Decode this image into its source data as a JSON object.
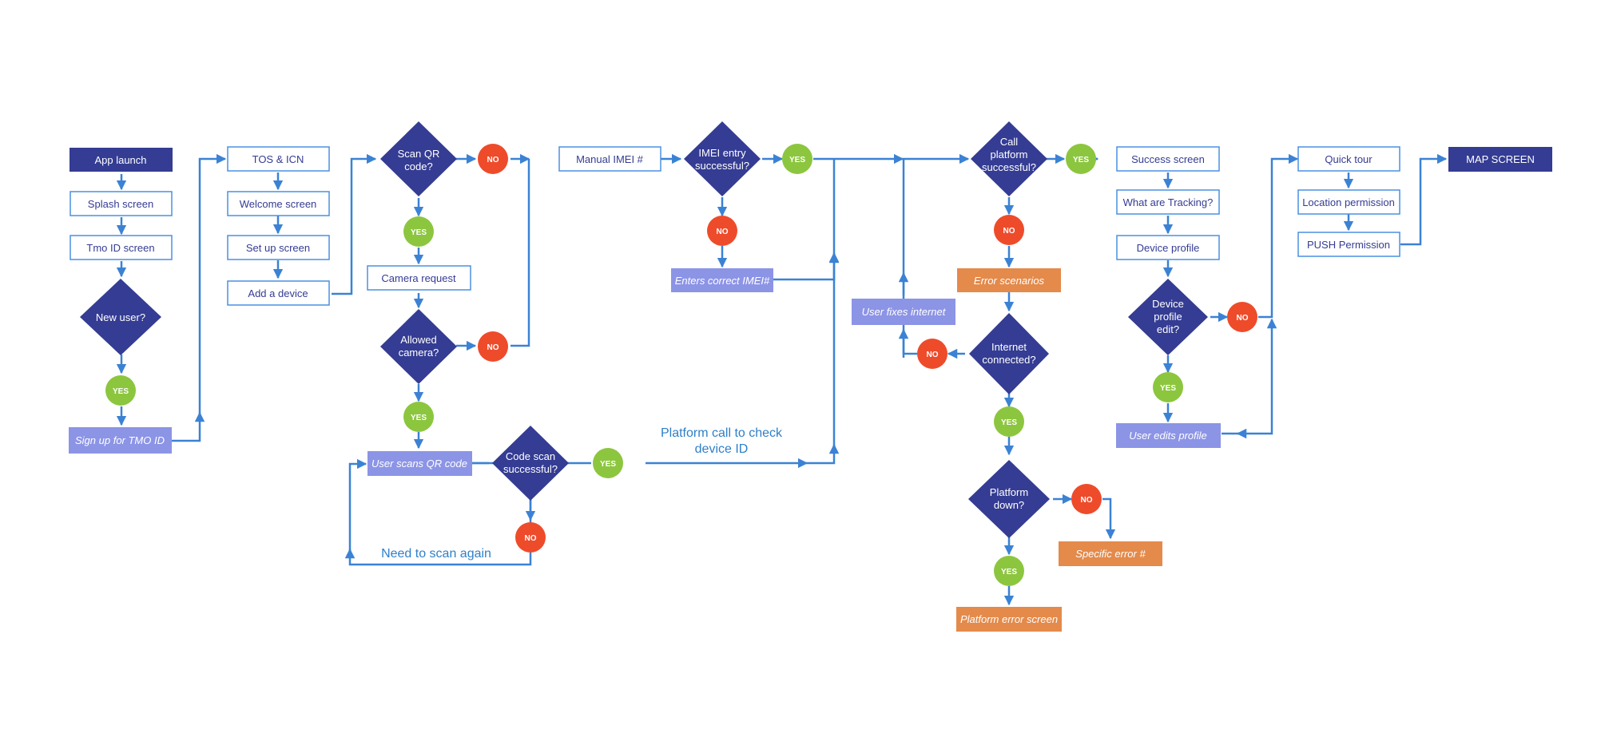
{
  "colors": {
    "dark_navy": "#343c93",
    "outline_blue": "#4a90e2",
    "connector": "#3b82d4",
    "lavender": "#8c94e6",
    "orange": "#e48a4b",
    "no_red": "#ee4b2b",
    "yes_green": "#8cc63f",
    "annotation_text": "#2f7fc8"
  },
  "col1": {
    "app_launch": "App launch",
    "splash": "Splash screen",
    "tmo_id": "Tmo ID screen",
    "new_user": [
      "New user?"
    ],
    "yes": "YES",
    "signup": "Sign up for TMO ID"
  },
  "col2": {
    "tos": "TOS & ICN",
    "welcome": "Welcome screen",
    "setup": "Set up screen",
    "add_device": "Add a device"
  },
  "scan": {
    "scan_qr": [
      "Scan QR",
      "code?"
    ],
    "no1": "NO",
    "yes1": "YES",
    "camera_request": "Camera request",
    "allowed_camera": [
      "Allowed",
      "camera?"
    ],
    "no2": "NO",
    "yes2": "YES",
    "user_scans": "User scans QR code",
    "code_scan": [
      "Code scan",
      "successful?"
    ],
    "yes3": "YES",
    "no3": "NO",
    "need_scan_again": "Need to scan again",
    "platform_call_note": [
      "Platform call to check",
      "device ID"
    ]
  },
  "imei": {
    "manual": "Manual IMEI #",
    "entry": [
      "IMEI entry",
      "successful?"
    ],
    "yes": "YES",
    "no": "NO",
    "enters_correct": "Enters correct IMEI#"
  },
  "platform": {
    "call": [
      "Call",
      "platform",
      "successful?"
    ],
    "yes": "YES",
    "no": "NO",
    "error_scenarios": "Error scenarios",
    "internet": [
      "Internet",
      "connected?"
    ],
    "no_internet": "NO",
    "user_fixes": "User fixes internet",
    "yes_internet": "YES",
    "down": [
      "Platform",
      "down?"
    ],
    "no_down": "NO",
    "specific_error": "Specific error #",
    "yes_down": "YES",
    "platform_error": "Platform error screen"
  },
  "device": {
    "success": "Success screen",
    "tracking": "What are Tracking?",
    "profile": "Device profile",
    "edit": [
      "Device",
      "profile",
      "edit?"
    ],
    "no": "NO",
    "yes": "YES",
    "user_edits": "User edits profile"
  },
  "final": {
    "quick_tour": "Quick tour",
    "location": "Location permission",
    "push": "PUSH Permission",
    "map": "MAP SCREEN"
  }
}
